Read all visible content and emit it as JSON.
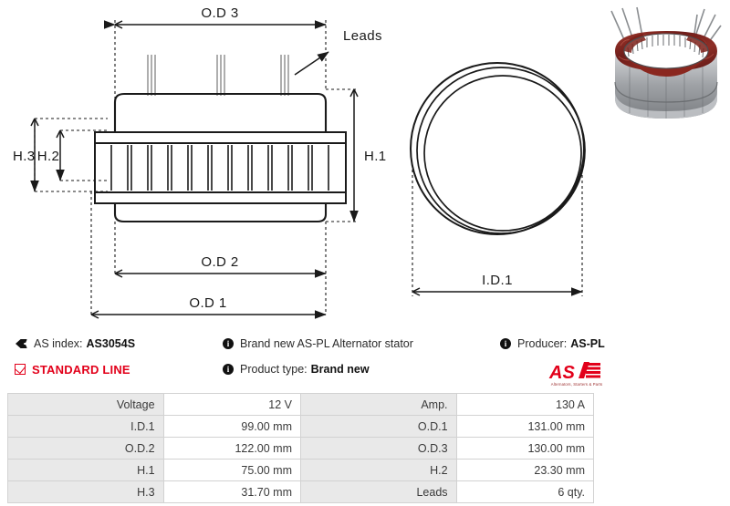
{
  "drawing": {
    "labels": {
      "od3": "O.D 3",
      "od2": "O.D 2",
      "od1": "O.D 1",
      "id1": "I.D.1",
      "h1": "H.1",
      "h2": "H.2",
      "h3": "H.3",
      "leads": "Leads"
    }
  },
  "photo": {
    "alt": "alternator-stator-photo",
    "colors": {
      "winding": "#7d1f1f",
      "winding_highlight": "#b03a32",
      "core": "#8f9194",
      "lead_wire": "#8a8d90"
    }
  },
  "info": {
    "as_index_label": "AS index:",
    "as_index_value": "AS3054S",
    "standard_line": "STANDARD LINE",
    "description": "Brand new AS-PL Alternator stator",
    "product_type_label": "Product type:",
    "product_type_value": "Brand new",
    "producer_label": "Producer:",
    "producer_value": "AS-PL",
    "icons": {
      "tag": "tag-icon",
      "check": "checkbox-icon",
      "info": "info-icon"
    }
  },
  "brand": {
    "name": "AS",
    "tagline": "Alternators, Starters & Parts",
    "color": "#e2001a"
  },
  "spec_table": {
    "rows": [
      {
        "key_left": "Voltage",
        "val_left": "12 V",
        "key_right": "Amp.",
        "val_right": "130 A"
      },
      {
        "key_left": "I.D.1",
        "val_left": "99.00 mm",
        "key_right": "O.D.1",
        "val_right": "131.00 mm"
      },
      {
        "key_left": "O.D.2",
        "val_left": "122.00 mm",
        "key_right": "O.D.3",
        "val_right": "130.00 mm"
      },
      {
        "key_left": "H.1",
        "val_left": "75.00 mm",
        "key_right": "H.2",
        "val_right": "23.30 mm"
      },
      {
        "key_left": "H.3",
        "val_left": "31.70 mm",
        "key_right": "Leads",
        "val_right": "6 qty."
      }
    ]
  },
  "colors": {
    "accent_red": "#e2001a",
    "table_key_bg": "#e9e9e9",
    "table_border": "#d2d2d2",
    "line": "#1a1a1a"
  }
}
